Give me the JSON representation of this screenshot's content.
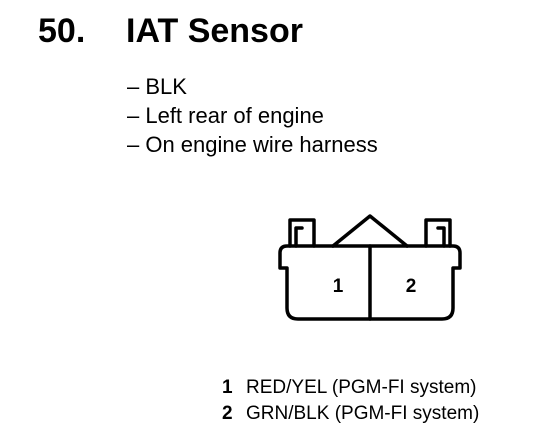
{
  "sensor": {
    "number": "50.",
    "name": "IAT Sensor"
  },
  "details": [
    "– BLK",
    "– Left rear of engine",
    "– On engine wire harness"
  ],
  "connector": {
    "terminals": [
      "1",
      "2"
    ]
  },
  "pins": [
    {
      "number": "1",
      "wire": "RED/YEL (PGM-FI system)"
    },
    {
      "number": "2",
      "wire": "GRN/BLK (PGM-FI system)"
    }
  ]
}
